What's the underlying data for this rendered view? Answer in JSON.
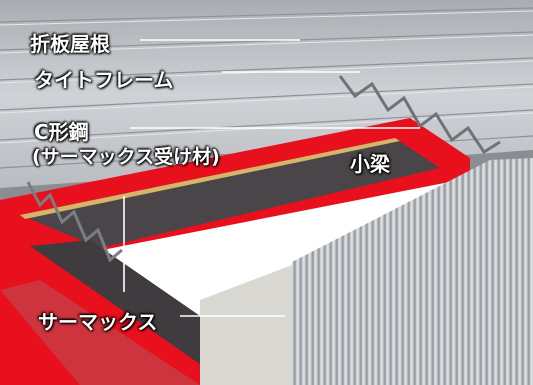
{
  "labels": {
    "roof": "折板屋根",
    "tight_frame": "タイトフレーム",
    "c_steel_line1": "C形鋼",
    "c_steel_line2": "(サーマックス受け材)",
    "small_beam": "小梁",
    "thermax": "サーマックス"
  },
  "colors": {
    "roof": "#c9ccd0",
    "red_steel": "#e8101c",
    "insulation_board": "#4a4548",
    "wall_panel": "#c3c6ca",
    "leader_line": "#ffffff"
  }
}
